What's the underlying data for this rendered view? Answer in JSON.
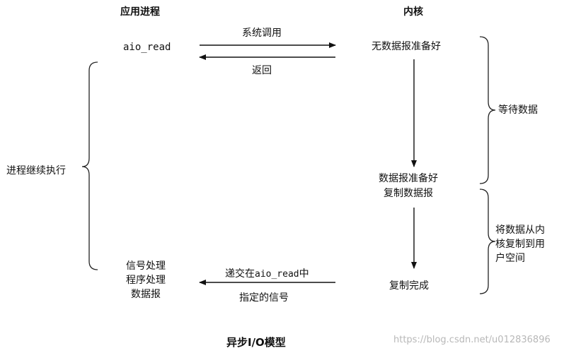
{
  "columns": {
    "app_process": "应用进程",
    "kernel": "内核"
  },
  "app": {
    "call": "aio_read",
    "continue": "进程继续执行",
    "signal_lines": [
      "信号处理",
      "程序处理",
      "数据报"
    ]
  },
  "arrows": {
    "syscall": "系统调用",
    "return": "返回",
    "deliver_prefix": "递交在",
    "deliver_code": "aio_read",
    "deliver_suffix": "中",
    "deliver_line2": "指定的信号"
  },
  "kernel": {
    "no_data": "无数据报准备好",
    "data_ready": "数据报准备好",
    "copy_datagram": "复制数据报",
    "copy_done": "复制完成"
  },
  "phases": {
    "wait": "等待数据",
    "copy_lines": [
      "将数据从内",
      "核复制到用",
      "户空间"
    ]
  },
  "caption": "异步I/O模型",
  "watermark": "https://blog.csdn.net/u012836896"
}
